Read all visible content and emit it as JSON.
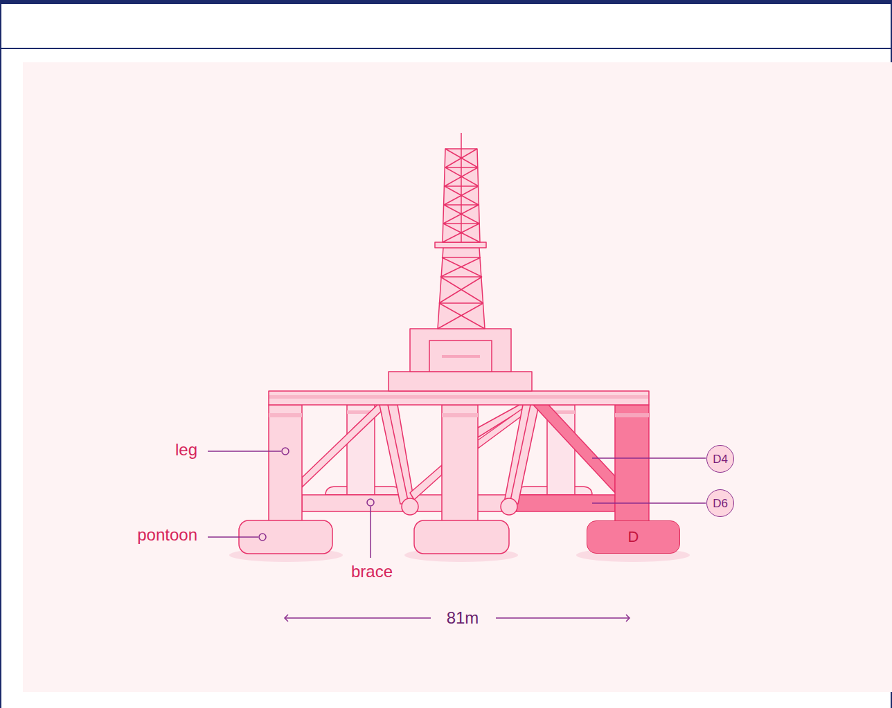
{
  "diagram": {
    "nodes": [
      {
        "text": [
          "D4"
        ]
      },
      {
        "text": [
          "D6"
        ]
      },
      {
        "text": [
          "D"
        ]
      }
    ],
    "labels": [
      "leg",
      "pontoon",
      "brace",
      "81m"
    ]
  }
}
